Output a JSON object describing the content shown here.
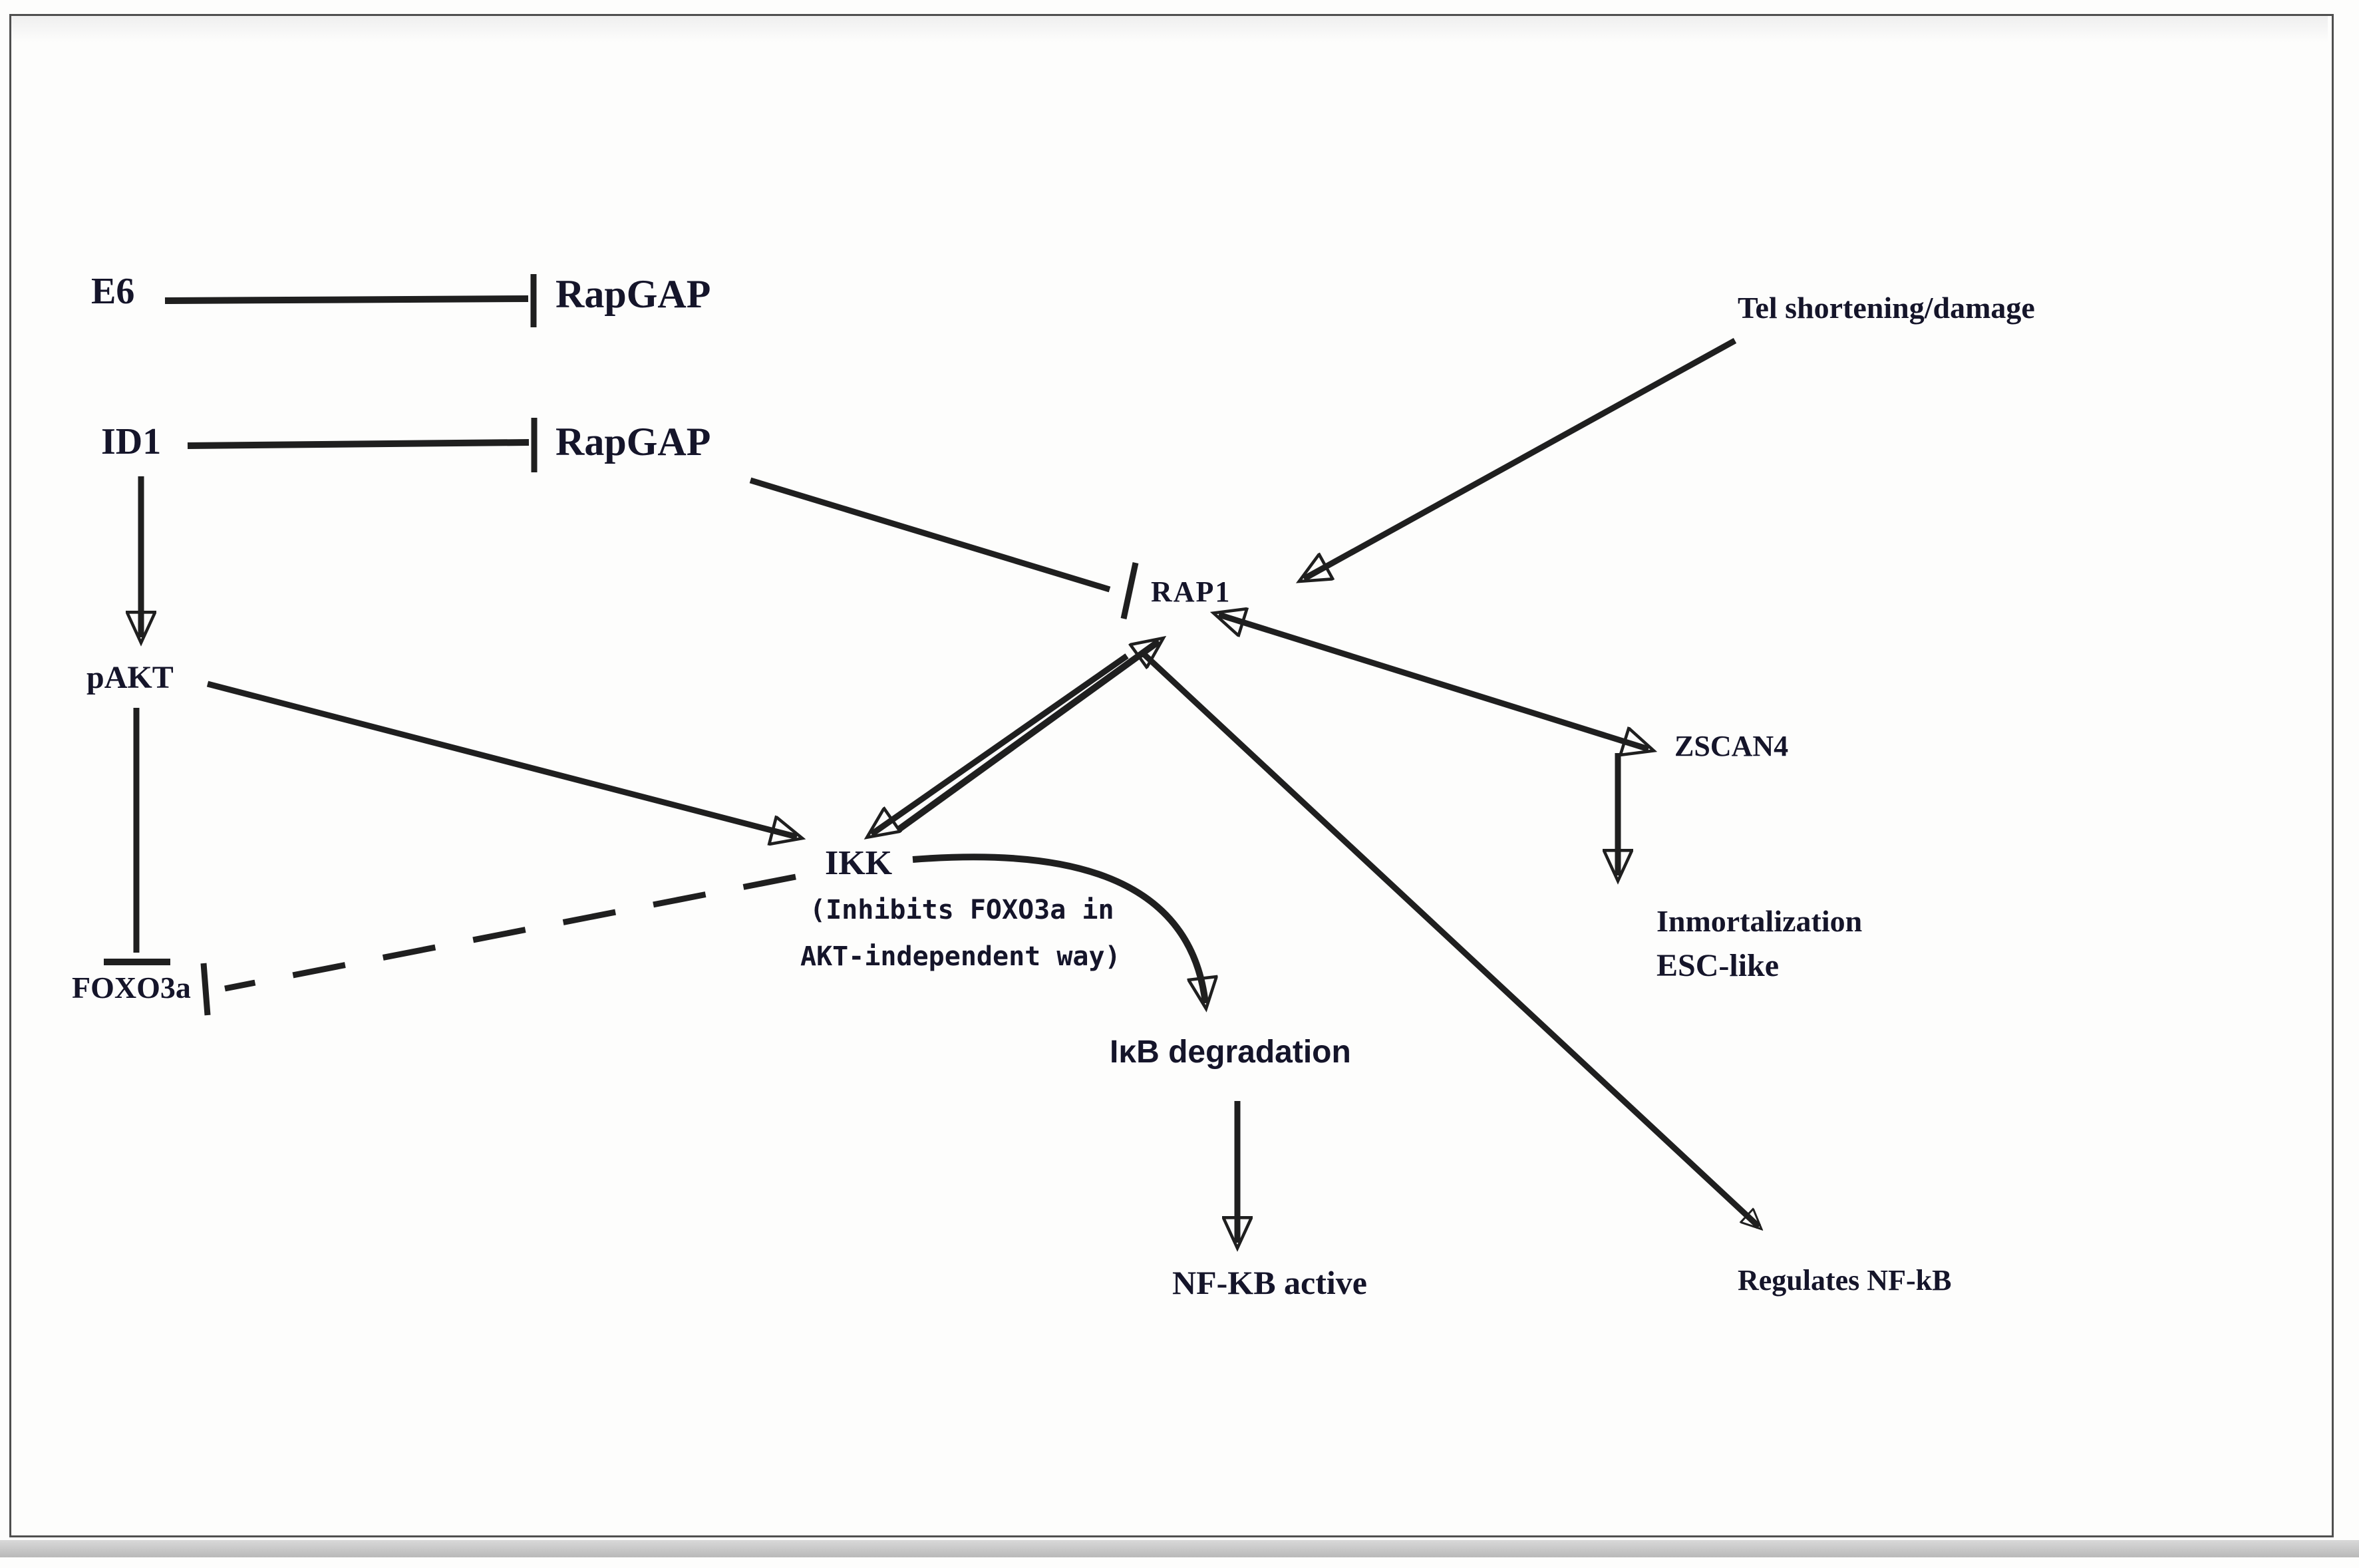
{
  "nodes": {
    "e6": {
      "label": "E6"
    },
    "rapgap1": {
      "label": "RapGAP"
    },
    "id1": {
      "label": "ID1"
    },
    "rapgap2": {
      "label": "RapGAP"
    },
    "tel": {
      "label": "Tel shortening/damage"
    },
    "rap1": {
      "label": "RAP1"
    },
    "pakt": {
      "label": "pAKT"
    },
    "zscan4": {
      "label": "ZSCAN4"
    },
    "ikk": {
      "label": "IKK"
    },
    "ikk_note_line1": {
      "label": "(Inhibits FOXO3a in"
    },
    "ikk_note_line2": {
      "label": "AKT-independent way)"
    },
    "foxo3a": {
      "label": "FOXO3a"
    },
    "inmortalization": {
      "label": "Inmortalization"
    },
    "esc_like": {
      "label": "ESC-like"
    },
    "ikb_degradation": {
      "label": "IκB degradation"
    },
    "nfkb_active": {
      "label": "NF-KB active"
    },
    "regulates_nfkb": {
      "label": "Regulates NF-kB"
    }
  },
  "edges": [
    {
      "from": "E6",
      "to": "RapGAP",
      "type": "inhibition"
    },
    {
      "from": "ID1",
      "to": "RapGAP",
      "type": "inhibition"
    },
    {
      "from": "ID1",
      "to": "pAKT",
      "type": "activation"
    },
    {
      "from": "pAKT",
      "to": "FOXO3a",
      "type": "inhibition"
    },
    {
      "from": "pAKT",
      "to": "IKK",
      "type": "activation"
    },
    {
      "from": "RapGAP",
      "to": "RAP1",
      "type": "inhibition"
    },
    {
      "from": "Tel shortening/damage",
      "to": "RAP1",
      "type": "activation"
    },
    {
      "from": "IKK",
      "to": "RAP1",
      "type": "activation"
    },
    {
      "from": "RAP1",
      "to": "IKK",
      "type": "activation"
    },
    {
      "from": "RAP1",
      "to": "ZSCAN4",
      "type": "double-headed"
    },
    {
      "from": "ZSCAN4",
      "to": "Inmortalization / ESC-like",
      "type": "activation"
    },
    {
      "from": "IKK",
      "to": "IκB degradation",
      "type": "activation-curved"
    },
    {
      "from": "IκB degradation",
      "to": "NF-KB active",
      "type": "activation"
    },
    {
      "from": "RAP1",
      "to": "Regulates NF-kB",
      "type": "activation"
    },
    {
      "from": "IKK",
      "to": "FOXO3a",
      "type": "inhibition-dashed"
    }
  ],
  "colors": {
    "text": "#15152a",
    "line": "#1f1f1f",
    "frame_border": "#4f4f4f",
    "bottom_strip": "#b9b9b9",
    "background": "#fdfdfc"
  }
}
